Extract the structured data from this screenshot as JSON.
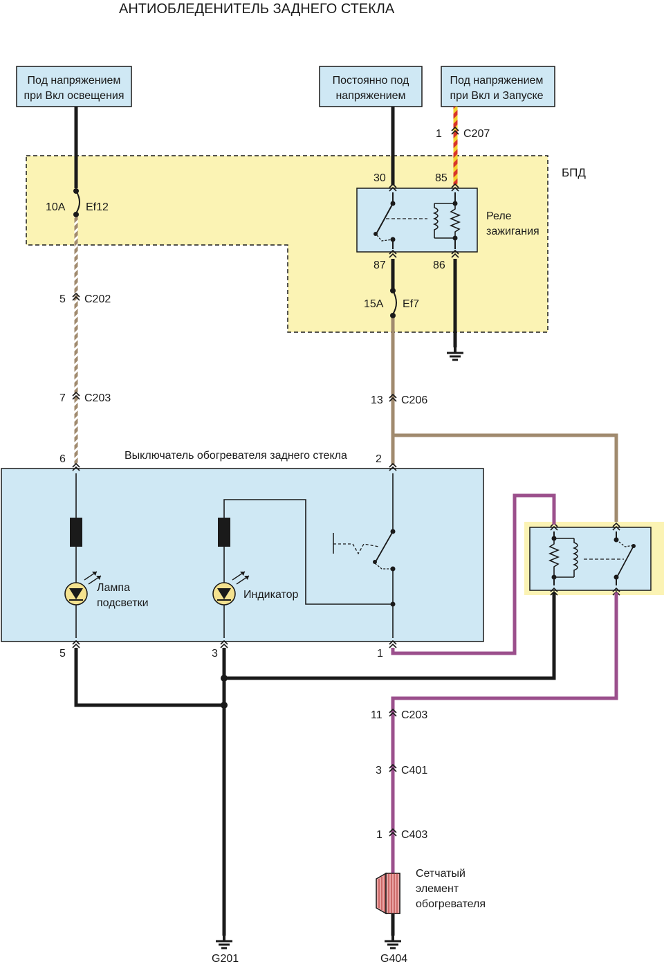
{
  "title": "АНТИОБЛЕДЕНИТЕЛЬ ЗАДНЕГО СТЕКЛА",
  "sources": {
    "lighting": [
      "Под напряжением",
      "при Вкл освещения"
    ],
    "constant": [
      "Постоянно под",
      "напряжением"
    ],
    "ignition": [
      "Под напряжением",
      "при Вкл и Запуске"
    ]
  },
  "fusebox": {
    "label": "БПД"
  },
  "fuses": {
    "ef12": {
      "rating": "10A",
      "name": "Ef12"
    },
    "ef7": {
      "rating": "15A",
      "name": "Ef7"
    }
  },
  "ignition_relay": {
    "label": [
      "Реле",
      "зажигания"
    ],
    "pins": {
      "p30": "30",
      "p85": "85",
      "p87": "87",
      "p86": "86"
    }
  },
  "connectors": {
    "c207": {
      "pin": "1",
      "name": "C207"
    },
    "c202": {
      "pin": "5",
      "name": "C202"
    },
    "c203a": {
      "pin": "7",
      "name": "C203"
    },
    "c206": {
      "pin": "13",
      "name": "C206"
    },
    "c203b": {
      "pin": "11",
      "name": "C203"
    },
    "c401": {
      "pin": "3",
      "name": "C401"
    },
    "c403": {
      "pin": "1",
      "name": "C403"
    }
  },
  "switch_module": {
    "title": "Выключатель обогревателя заднего стекла",
    "pins": {
      "p6": "6",
      "p2": "2",
      "p5": "5",
      "p3": "3",
      "p1": "1"
    },
    "lamp_label": [
      "Лампа",
      "подсветки"
    ],
    "indicator_label": "Индикатор"
  },
  "heater": {
    "label": [
      "Сетчатый",
      "элемент",
      "обогревателя"
    ]
  },
  "grounds": {
    "g201": "G201",
    "g404": "G404"
  },
  "colors": {
    "black": "#1a1a1a",
    "tan": "#a08a6e",
    "purple": "#9b4f8c",
    "red": "#d8342a",
    "yellow": "#f2d22e",
    "fusebox_fill": "#fbf3b4",
    "module_fill": "#cfe8f4",
    "heater_fill": "#e9a4a4"
  }
}
